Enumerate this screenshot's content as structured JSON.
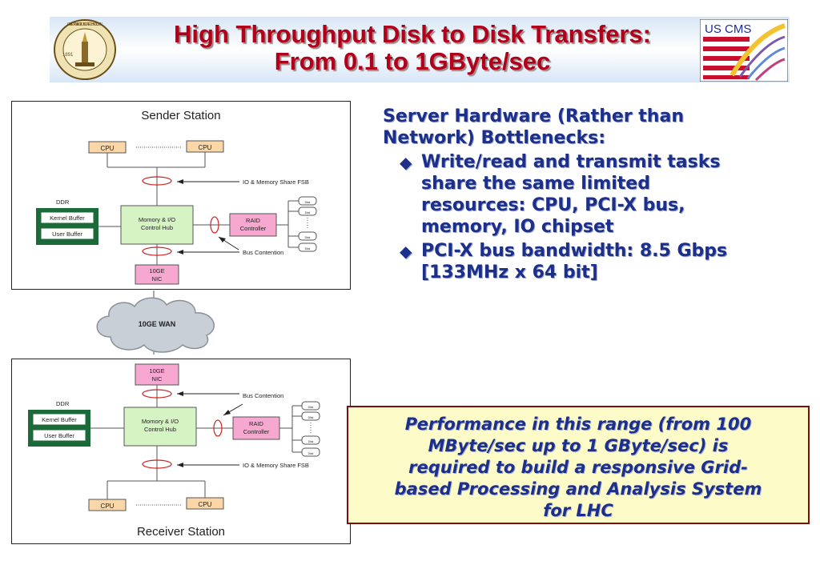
{
  "title": {
    "line1": "High Throughput Disk to Disk Transfers:",
    "line2": "From 0.1 to 1GByte/sec"
  },
  "logos": {
    "left_seal_text": "CALIFORNIA INSTITUTE OF TECHNOLOGY",
    "left_seal_year": "1891",
    "right_logo_text": "US CMS"
  },
  "sender": {
    "title": "Sender Station",
    "cpu_a": "CPU",
    "cpu_b": "CPU",
    "fsb_label": "IO & Memory Share FSB",
    "ddr_label": "DDR",
    "kernel_buffer": "Kernel Buffer",
    "user_buffer": "User Buffer",
    "hub_line1": "Momory & I/O",
    "hub_line2": "Control Hub",
    "raid_line1": "RAID",
    "raid_line2": "Controller",
    "disk_label": "Disk",
    "bus_contention": "Bus Contention",
    "nic_line1": "10GE",
    "nic_line2": "NIC"
  },
  "wan": {
    "label": "10GE WAN"
  },
  "receiver": {
    "title": "Receiver Station",
    "cpu_a": "CPU",
    "cpu_b": "CPU",
    "fsb_label": "IO & Memory Share FSB",
    "ddr_label": "DDR",
    "kernel_buffer": "Kernel Buffer",
    "user_buffer": "User Buffer",
    "hub_line1": "Momory & I/O",
    "hub_line2": "Control Hub",
    "raid_line1": "RAID",
    "raid_line2": "Controller",
    "disk_label": "Disk",
    "bus_contention": "Bus Contention",
    "nic_line1": "10GE",
    "nic_line2": "NIC"
  },
  "bullets": {
    "heading_line1": "Server Hardware (Rather than",
    "heading_line2": "Network) Bottlenecks:",
    "item1_line1": "Write/read and transmit tasks",
    "item1_line2": "share the same limited",
    "item1_line3": "resources: CPU, PCI-X bus,",
    "item1_line4": "memory, IO chipset",
    "item2_line1": "PCI-X bus bandwidth: 8.5 Gbps",
    "item2_line2": "[133MHz x 64 bit]"
  },
  "performance_box": {
    "line1": "Performance in this range (from 100",
    "line2": "MByte/sec up to 1 GByte/sec)  is",
    "line3": "required to build a  responsive Grid-",
    "line4": "based  Processing and Analysis System",
    "line5": "for LHC"
  },
  "colors": {
    "title_red": "#b3001a",
    "bullet_blue": "#1c2f8a",
    "cpu_fill": "#fbd6a6",
    "nic_fill": "#f7a8d0",
    "hub_fill": "#d5f3c3",
    "ddr_green": "#1c6a3a",
    "box_fill": "#fdfbc8",
    "cloud_fill": "#c9cfd6"
  }
}
